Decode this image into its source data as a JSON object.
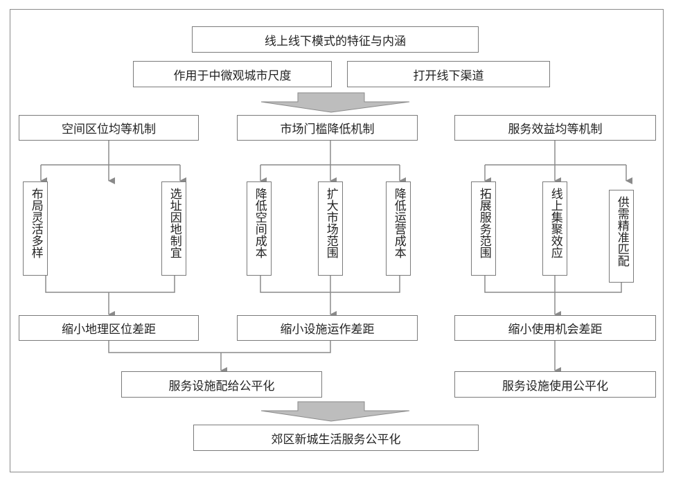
{
  "diagram": {
    "top": {
      "title": "线上线下模式的特征与内涵",
      "left": "作用于中微观城市尺度",
      "right": "打开线下渠道"
    },
    "columns": [
      {
        "mechanism": "空间区位均等机制",
        "factors": [
          "布局灵活多样",
          "选址因地制宜"
        ],
        "result": "缩小地理区位差距"
      },
      {
        "mechanism": "市场门槛降低机制",
        "factors": [
          "降低空间成本",
          "扩大市场范围",
          "降低运营成本"
        ],
        "result": "缩小设施运作差距"
      },
      {
        "mechanism": "服务效益均等机制",
        "factors": [
          "拓展服务范围",
          "线上集聚效应",
          "供需精准匹配"
        ],
        "result": "缩小使用机会差距"
      }
    ],
    "combined": {
      "left": "服务设施配给公平化",
      "right": "服务设施使用公平化"
    },
    "bottom": "郊区新城生活服务公平化"
  }
}
